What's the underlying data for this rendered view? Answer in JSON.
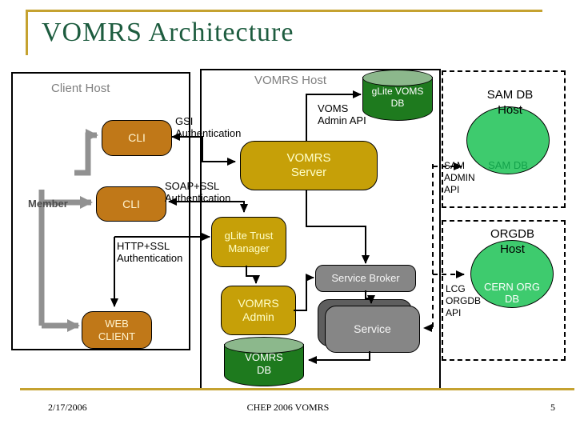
{
  "title": "VOMRS Architecture",
  "hosts": {
    "client": "Client Host",
    "vomrs": "VOMRS Host",
    "sam_line1": "SAM DB",
    "sam_line2": "Host",
    "orgdb_line1": "ORGDB",
    "orgdb_line2": "Host"
  },
  "nodes": {
    "cli1": "CLI",
    "cli2": "CLI",
    "web_client_line1": "WEB",
    "web_client_line2": "CLIENT",
    "vomrs_server_line1": "VOMRS",
    "vomrs_server_line2": "Server",
    "glite_tm_line1": "gLite Trust",
    "glite_tm_line2": "Manager",
    "vomrs_admin_line1": "VOMRS",
    "vomrs_admin_line2": "Admin",
    "service_broker": "Service Broker",
    "service": "Service",
    "glite_voms_db_line1": "gLite VOMS",
    "glite_voms_db_line2": "DB",
    "vomrs_db_line1": "VOMRS",
    "vomrs_db_line2": "DB",
    "sam_db": "SAM DB",
    "cern_orgdb_line1": "CERN ORG",
    "cern_orgdb_line2": "DB"
  },
  "labels": {
    "member": "Member",
    "gsi_line1": "GSI",
    "gsi_line2": "Authentication",
    "soap_line1": "SOAP+SSL",
    "soap_line2": "Authentication",
    "http_line1": "HTTP+SSL",
    "http_line2": "Authentication",
    "voms_api_line1": "VOMS",
    "voms_api_line2": "Admin API",
    "sam_api_line1": "SAM",
    "sam_api_line2": "ADMIN",
    "sam_api_line3": "API",
    "lcg_api_line1": "LCG",
    "lcg_api_line2": "ORGDB",
    "lcg_api_line3": "API"
  },
  "footer": {
    "date": "2/17/2006",
    "center": "CHEP 2006 VOMRS",
    "page": "5"
  },
  "colors": {
    "accent_gold": "#C5A230",
    "title_green": "#1D5C3F",
    "box_orange": "#C07818",
    "box_gold": "#C6A008",
    "box_gray": "#868686",
    "cylinder_green": "#1E7A1E",
    "ellipse_green": "#3ECB6E"
  }
}
